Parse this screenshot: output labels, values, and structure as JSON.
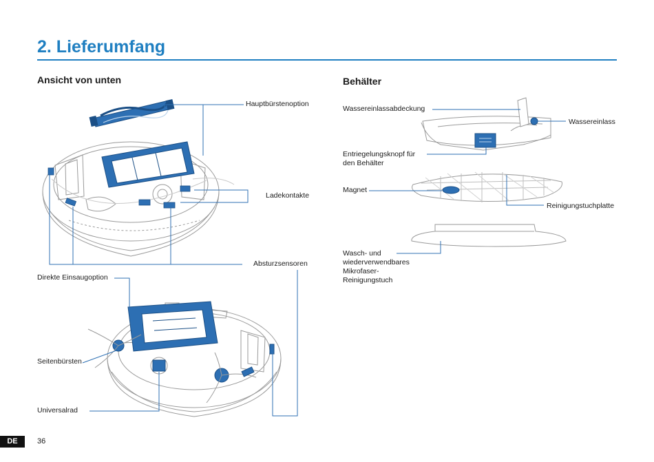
{
  "heading": "2. Lieferumfang",
  "sections": {
    "bottom_view": "Ansicht von unten",
    "container": "Behälter"
  },
  "labels": {
    "main_brush": "Hauptbürstenoption",
    "charging_contacts": "Ladekontakte",
    "cliff_sensors": "Absturzsensoren",
    "direct_suction": "Direkte Einsaugoption",
    "side_brushes": "Seitenbürsten",
    "universal_wheel": "Universalrad",
    "water_inlet_cover": "Wassereinlassabdeckung",
    "water_inlet": "Wassereinlass",
    "release_button_line1": "Entriegelungsknopf für",
    "release_button_line2": "den Behälter",
    "magnet": "Magnet",
    "mop_plate": "Reinigungstuchplatte",
    "cloth_line1": "Wasch- und",
    "cloth_line2": "wiederverwendbares",
    "cloth_line3": "Mikrofaser-",
    "cloth_line4": "Reinigungstuch"
  },
  "footer": {
    "language": "DE",
    "page": "36"
  },
  "colors": {
    "accent": "#1f7fc1",
    "part_blue": "#2d6fb3",
    "outline": "#9a9a9a"
  }
}
